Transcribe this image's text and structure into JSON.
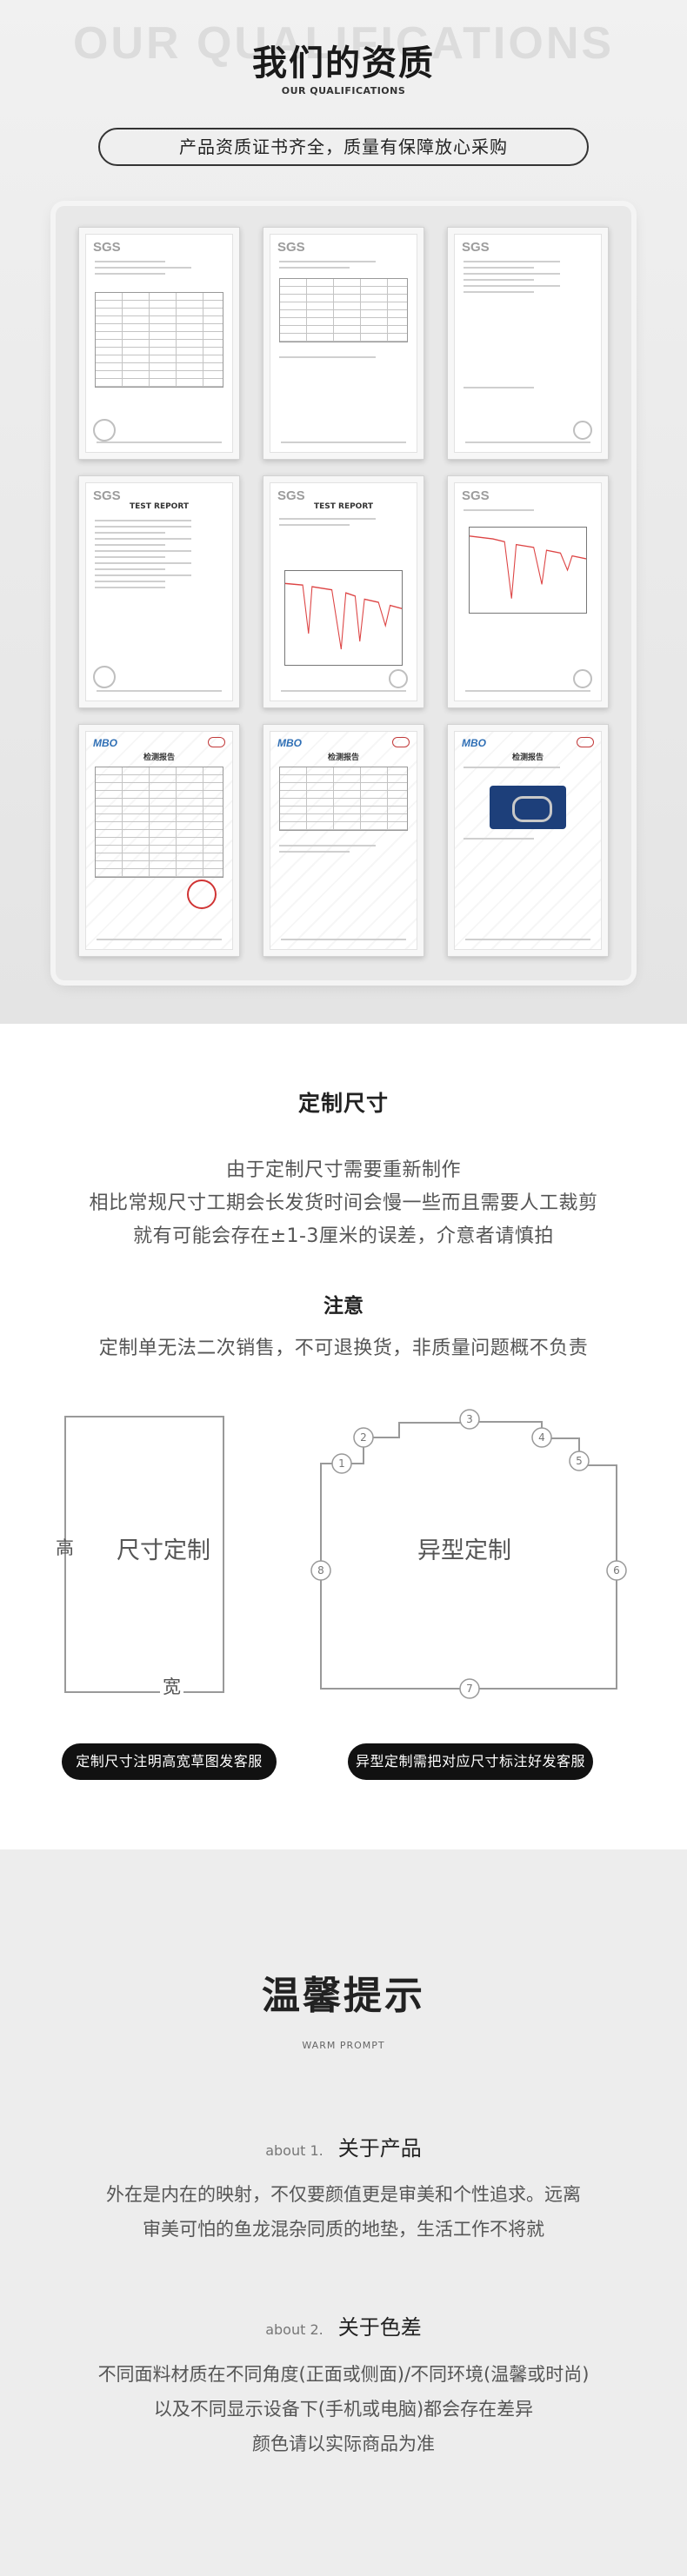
{
  "qualifications": {
    "bg_title": "OUR QUALIFICATIONS",
    "title": "我们的资质",
    "subtitle_en": "OUR QUALIFICATIONS",
    "slogan": "产品资质证书齐全，质量有保障放心采购",
    "certificates": [
      {
        "logo": "SGS",
        "kind": "table"
      },
      {
        "logo": "SGS",
        "kind": "list"
      },
      {
        "logo": "SGS",
        "kind": "letter"
      },
      {
        "logo": "SGS",
        "report_title": "TEST REPORT",
        "kind": "report"
      },
      {
        "logo": "SGS",
        "report_title": "TEST REPORT",
        "kind": "spectrum"
      },
      {
        "logo": "SGS",
        "kind": "spectrum-only"
      },
      {
        "logo": "MBO",
        "report_title": "检测报告",
        "kind": "mbo-table"
      },
      {
        "logo": "MBO",
        "report_title": "检测报告",
        "kind": "mbo-table2"
      },
      {
        "logo": "MBO",
        "report_title": "检测报告",
        "kind": "mbo-photo"
      }
    ]
  },
  "custom": {
    "title": "定制尺寸",
    "lines": [
      "由于定制尺寸需要重新制作",
      "相比常规尺寸工期会长发货时间会慢一些而且需要人工裁剪",
      "就有可能会存在±1-3厘米的误差，介意者请慎拍"
    ],
    "notice_title": "注意",
    "notice_text": "定制单无法二次销售，不可退换货，非质量问题概不负责",
    "rect": {
      "label": "尺寸定制",
      "height_label": "高",
      "width_label": "宽"
    },
    "irregular": {
      "label": "异型定制",
      "markers": [
        "①",
        "②",
        "③",
        "④",
        "⑤",
        "⑥",
        "⑦",
        "⑧"
      ]
    },
    "buttons": {
      "left": "定制尺寸注明高宽草图发客服",
      "right": "异型定制需把对应尺寸标注好发客服"
    }
  },
  "warm": {
    "title": "温馨提示",
    "subtitle_en": "WARM PROMPT",
    "about1": {
      "tag": "about 1.",
      "name": "关于产品",
      "lines": [
        "外在是内在的映射，不仅要颜值更是审美和个性追求。远离",
        "审美可怕的鱼龙混杂同质的地垫，生活工作不将就"
      ]
    },
    "about2": {
      "tag": "about 2.",
      "name": "关于色差",
      "lines": [
        "不同面料材质在不同角度(正面或侧面)/不同环境(温馨或时尚)",
        "以及不同显示设备下(手机或电脑)都会存在差异",
        "颜色请以实际商品为准"
      ]
    }
  }
}
